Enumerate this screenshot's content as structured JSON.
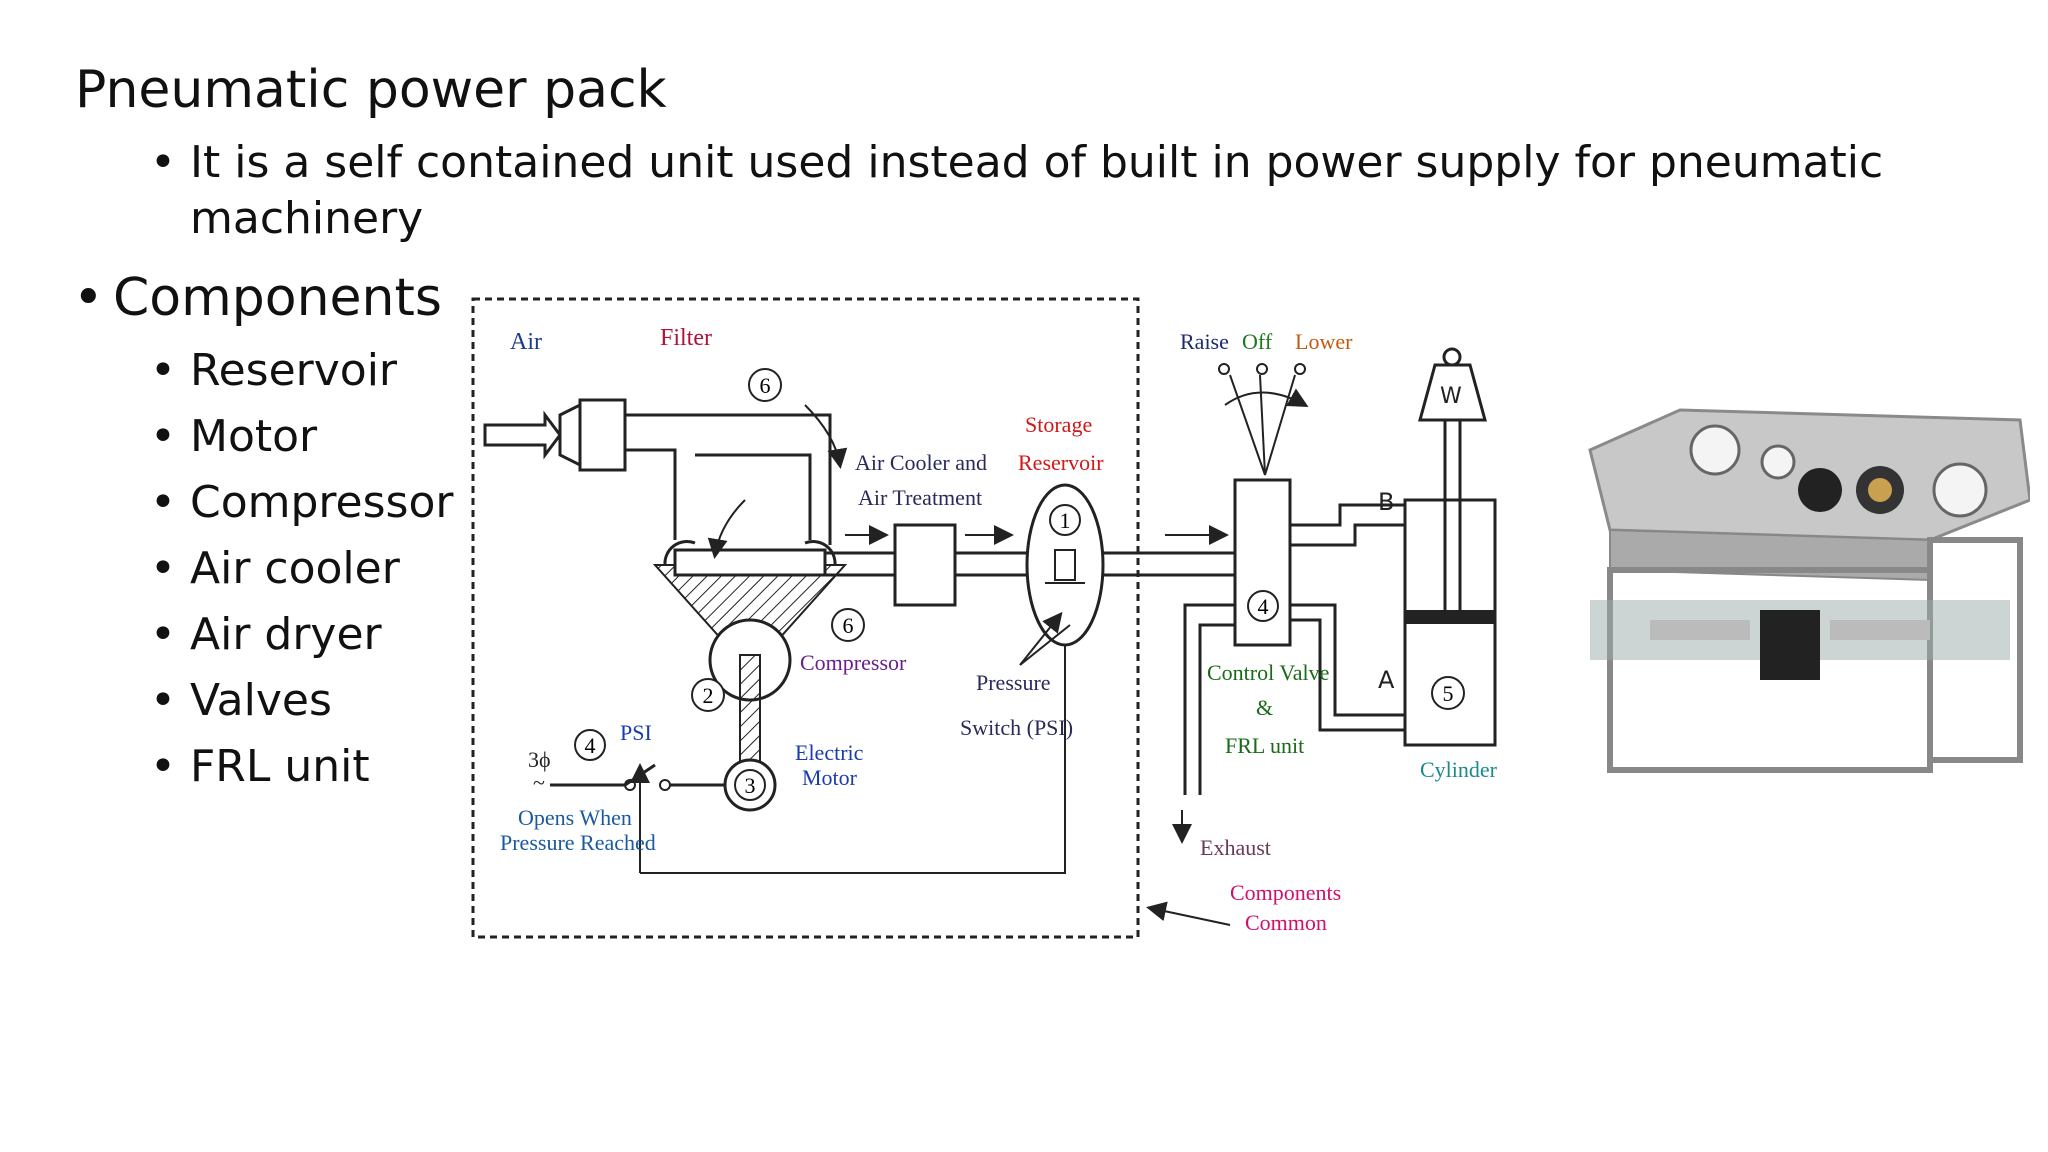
{
  "slide": {
    "title": "Pneumatic power pack",
    "intro_line1": "It is a self contained unit used instead of built in power supply for pneumatic",
    "intro_line2": "machinery",
    "components_heading": "Components",
    "components": [
      "Reservoir",
      "Motor",
      "Compressor",
      "Air cooler",
      "Air dryer",
      "Valves",
      "FRL unit"
    ]
  },
  "diagram": {
    "labels": {
      "air": "Air",
      "filter": "Filter",
      "air_cooler": "Air Cooler and",
      "air_treatment": "Air Treatment",
      "storage": "Storage",
      "reservoir": "Reservoir",
      "raise": "Raise",
      "off": "Off",
      "lower": "Lower",
      "weight": "W",
      "port_b": "B",
      "port_a": "A",
      "compressor": "Compressor",
      "pressure": "Pressure",
      "switch_psi": "Switch (PSI)",
      "control_valve": "Control Valve",
      "amp": "&",
      "frl_unit": "FRL unit",
      "cylinder": "Cylinder",
      "psi": "PSI",
      "three_phase": "3ϕ",
      "tilde": "~",
      "electric": "Electric",
      "motor": "Motor",
      "opens_when": "Opens When",
      "pressure_reached": "Pressure Reached",
      "exhaust": "Exhaust",
      "components": "Components",
      "common": "Common",
      "n1": "1",
      "n2": "2",
      "n3": "3",
      "n4": "4",
      "n5": "5",
      "n6": "6"
    },
    "colors": {
      "air": "#1b3b8f",
      "filter": "#b0123a",
      "storage": "#d01818",
      "raise": "#1e2a6e",
      "off": "#1a7a1a",
      "lower": "#c25a10",
      "compressor": "#6a1f8a",
      "electric": "#1a3ab0",
      "control_valve": "#1a6a1a",
      "cylinder": "#1a8a8a",
      "opens_when": "#1a5aa0",
      "exhaust": "#6a3a5a",
      "components": "#d0106a"
    }
  }
}
